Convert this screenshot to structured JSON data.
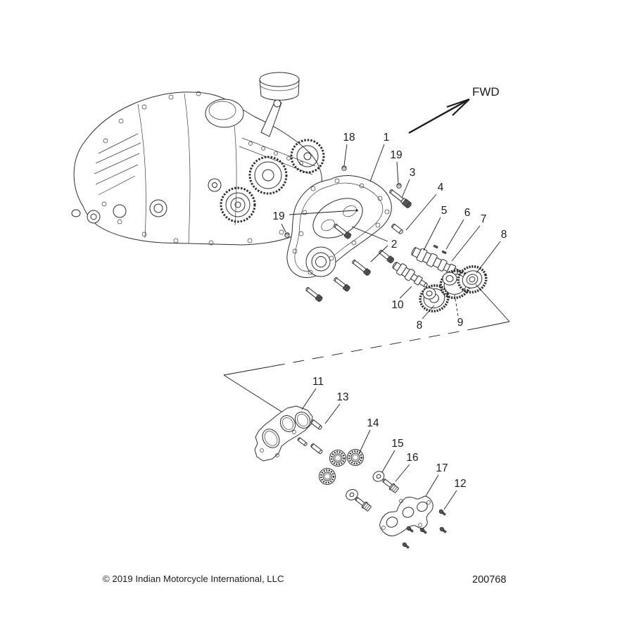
{
  "diagram": {
    "fwd_label": "FWD",
    "copyright": "© 2019 Indian Motorcycle International, LLC",
    "part_number": "200768",
    "colors": {
      "line": "#1c1c1c",
      "background": "#ffffff"
    },
    "callouts": [
      {
        "label": "18"
      },
      {
        "label": "1"
      },
      {
        "label": "19"
      },
      {
        "label": "3"
      },
      {
        "label": "4"
      },
      {
        "label": "5"
      },
      {
        "label": "6"
      },
      {
        "label": "7"
      },
      {
        "label": "8"
      },
      {
        "label": "19"
      },
      {
        "label": "2"
      },
      {
        "label": "10"
      },
      {
        "label": "8"
      },
      {
        "label": "9"
      },
      {
        "label": "11"
      },
      {
        "label": "13"
      },
      {
        "label": "14"
      },
      {
        "label": "15"
      },
      {
        "label": "16"
      },
      {
        "label": "17"
      },
      {
        "label": "12"
      }
    ]
  }
}
